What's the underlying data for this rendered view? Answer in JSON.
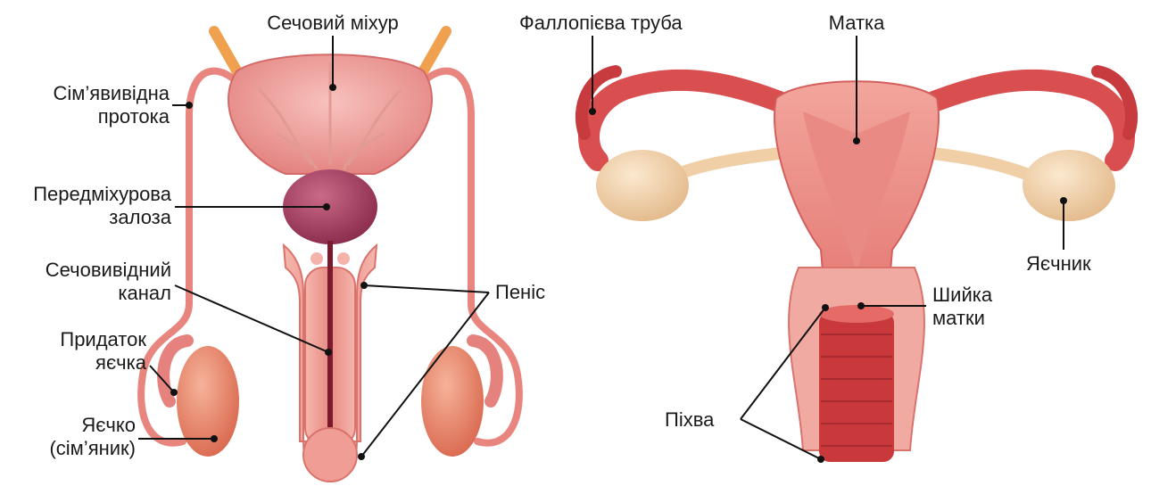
{
  "male": {
    "bladder": "Сечовий міхур",
    "vas_deferens": [
      "Сім’явивідна",
      "протока"
    ],
    "prostate": [
      "Передміхурова",
      "залоза"
    ],
    "urethra": [
      "Сечовивідний",
      "канал"
    ],
    "epididymis": [
      "Придаток",
      "яєчка"
    ],
    "testis": [
      "Яєчко",
      "(сім’яник)"
    ],
    "penis": "Пеніс"
  },
  "female": {
    "fallopian_tube": "Фаллопієва труба",
    "uterus": "Матка",
    "ovary": "Яєчник",
    "cervix": [
      "Шийка",
      "матки"
    ],
    "vagina": "Піхва"
  }
}
